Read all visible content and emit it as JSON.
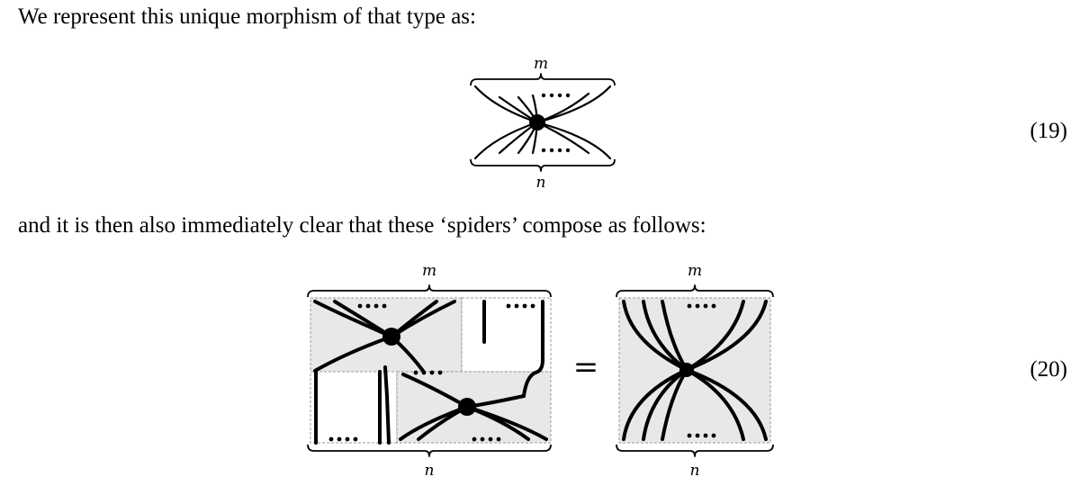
{
  "text": {
    "line_1": "We represent this unique morphism of that type as:",
    "line_2": "and it is then also immediately clear that these ‘spiders’ compose as follows:"
  },
  "equations": {
    "eq19_number": "(19)",
    "eq20_number": "(20)",
    "equals_sign": "="
  },
  "diagram_labels": {
    "top_m": "m",
    "bottom_n": "n"
  }
}
